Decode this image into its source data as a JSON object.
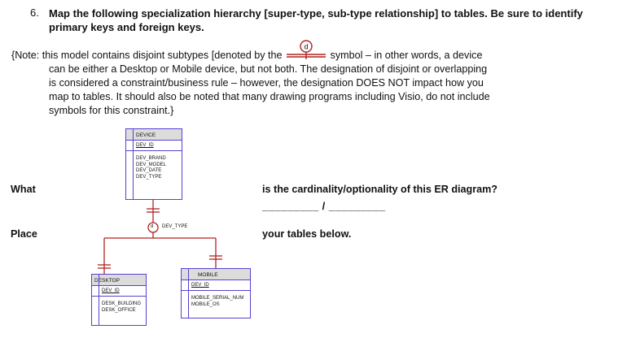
{
  "question": {
    "number": "6.",
    "text": "Map the following specialization hierarchy [super-type, sub-type relationship] to tables. Be sure to identify primary keys and foreign keys."
  },
  "note": {
    "line1_before": "{Note: this model contains disjoint subtypes [denoted by the",
    "symbol_letter": "d",
    "line1_after": "symbol – in other words, a device",
    "line2": "can be either a Desktop or Mobile device, but not both. The designation of disjoint or overlapping",
    "line3": "is considered a constraint/business rule – however, the designation DOES NOT impact how you",
    "line4": "map to tables. It should also be noted that many drawing programs including Visio, do not include",
    "line5": "symbols for this constraint.}"
  },
  "prompts": {
    "what_left": "What",
    "what_right": "is the cardinality/optionality of this ER diagram?",
    "cardinality_blank": "_________ / _________",
    "place_left": "Place",
    "place_right": "your tables below."
  },
  "diagram": {
    "device": {
      "name": "DEVICE",
      "pk": "DEV_ID",
      "attributes": [
        "DEV_BRAND",
        "DEV_MODEL",
        "DEV_DATE",
        "DEV_TYPE"
      ]
    },
    "discriminator": {
      "symbol": "d",
      "label": "DEV_TYPE"
    },
    "desktop": {
      "name": "DESKTOP",
      "pk": "DEV_ID",
      "attributes": [
        "DESK_BUILDING",
        "DESK_OFFICE"
      ]
    },
    "mobile": {
      "name": "MOBILE",
      "pk": "DEV_ID",
      "attributes": [
        "MOBILE_SERIAL_NUM",
        "MOBILE_OS"
      ]
    }
  },
  "colors": {
    "entity_border": "#5a3fd0",
    "connector": "#b22222",
    "header_fill": "#dcdcdc"
  }
}
